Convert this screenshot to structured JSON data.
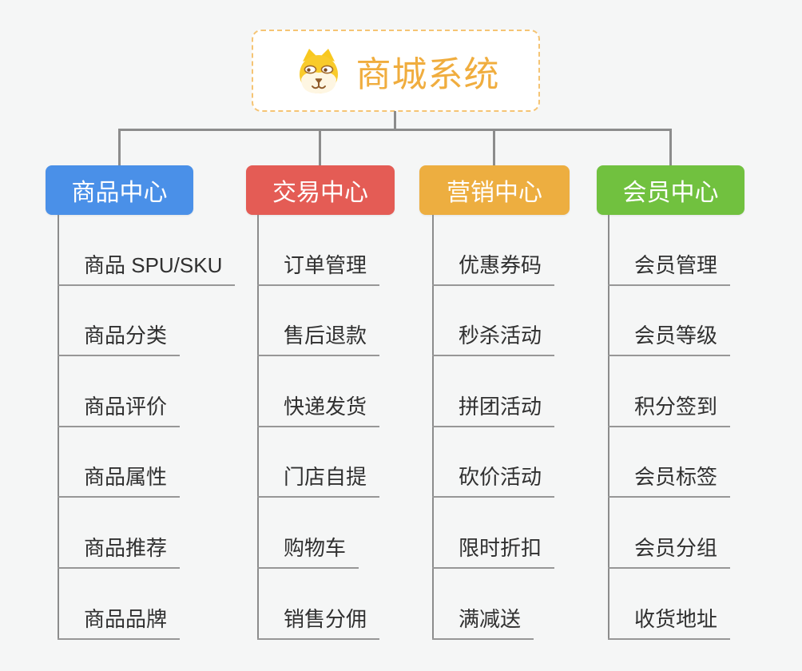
{
  "root": {
    "title": "商城系统",
    "icon": "dog-face-icon",
    "title_color": "#F0AD3E",
    "border_color": "#F5C474"
  },
  "connector_color": "#8C8C8C",
  "branches": [
    {
      "label": "商品中心",
      "color": "#4A90E8",
      "items": [
        "商品 SPU/SKU",
        "商品分类",
        "商品评价",
        "商品属性",
        "商品推荐",
        "商品品牌"
      ]
    },
    {
      "label": "交易中心",
      "color": "#E45C55",
      "items": [
        "订单管理",
        "售后退款",
        "快递发货",
        "门店自提",
        "购物车",
        "销售分佣"
      ]
    },
    {
      "label": "营销中心",
      "color": "#EDAE40",
      "items": [
        "优惠券码",
        "秒杀活动",
        "拼团活动",
        "砍价活动",
        "限时折扣",
        "满减送"
      ]
    },
    {
      "label": "会员中心",
      "color": "#71C13F",
      "items": [
        "会员管理",
        "会员等级",
        "积分签到",
        "会员标签",
        "会员分组",
        "收货地址"
      ]
    }
  ]
}
